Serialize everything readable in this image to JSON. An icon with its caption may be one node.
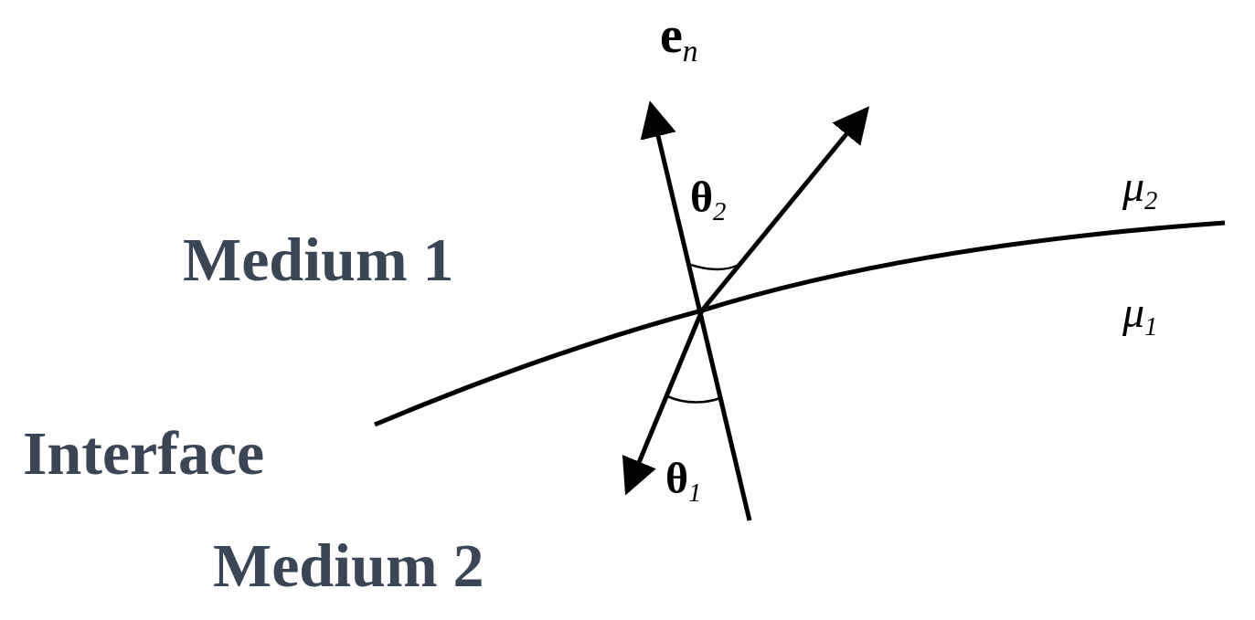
{
  "diagram": {
    "labels": [
      "**e**$_{n}$",
      "θ$_{2}$",
      "μ$_{2}$",
      "Medium 1",
      "μ$_{1}$",
      "Interface",
      "θ$_{1}$",
      "Medium 2"
    ]
  }
}
